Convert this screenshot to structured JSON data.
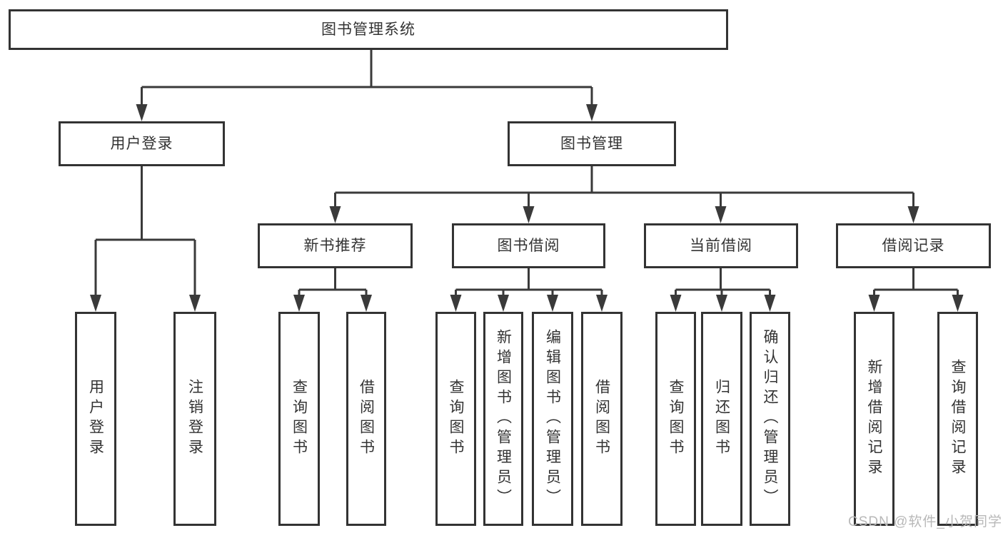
{
  "tree": {
    "label": "图书管理系统",
    "children": [
      {
        "label": "用户登录",
        "children": [
          {
            "label": "用户登录"
          },
          {
            "label": "注销登录"
          }
        ]
      },
      {
        "label": "图书管理",
        "children": [
          {
            "label": "新书推荐",
            "children": [
              {
                "label": "查询图书"
              },
              {
                "label": "借阅图书"
              }
            ]
          },
          {
            "label": "图书借阅",
            "children": [
              {
                "label": "查询图书"
              },
              {
                "label": "新增图书（管理员）"
              },
              {
                "label": "编辑图书（管理员）"
              },
              {
                "label": "借阅图书"
              }
            ]
          },
          {
            "label": "当前借阅",
            "children": [
              {
                "label": "查询图书"
              },
              {
                "label": "归还图书"
              },
              {
                "label": "确认归还（管理员）"
              }
            ]
          },
          {
            "label": "借阅记录",
            "children": [
              {
                "label": "新增借阅记录"
              },
              {
                "label": "查询借阅记录"
              }
            ]
          }
        ]
      }
    ]
  },
  "watermark": {
    "text": "CSDN @软件_小贺同学"
  },
  "colors": {
    "line": "#3a3a3a",
    "border": "#333333",
    "text": "#333333",
    "watermark_text": "#b8b8b8",
    "background": "#ffffff"
  }
}
